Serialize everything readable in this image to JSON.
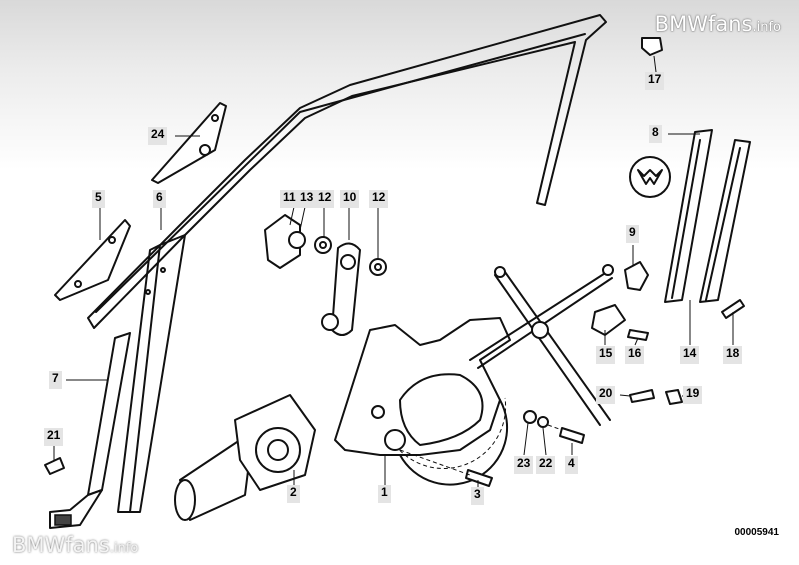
{
  "watermark_top": {
    "brand": "BMWfans",
    "suffix": ".info"
  },
  "watermark_bottom": {
    "brand": "BMWfans",
    "suffix": ".info"
  },
  "diagram_code": "00005941",
  "labels": {
    "l1": "1",
    "l2": "2",
    "l3": "3",
    "l4": "4",
    "l5": "5",
    "l6": "6",
    "l7": "7",
    "l8": "8",
    "l9": "9",
    "l10": "10",
    "l11": "11",
    "l12a": "12",
    "l12b": "12",
    "l13": "13",
    "l14": "14",
    "l15": "15",
    "l16": "16",
    "l17": "17",
    "l18": "18",
    "l19": "19",
    "l20": "20",
    "l21": "21",
    "l22": "22",
    "l23": "23",
    "l24": "24"
  }
}
